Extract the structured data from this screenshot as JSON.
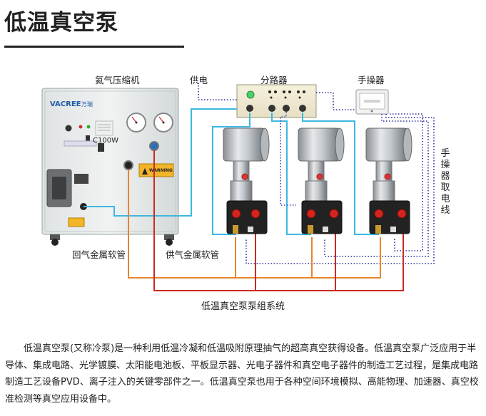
{
  "title": "低温真空泵",
  "labels": {
    "compressor": "氦气压缩机",
    "power": "供电",
    "splitter": "分路器",
    "handset": "手操器",
    "handset_cable": "手操器取电线",
    "return_hose": "回气金属软管",
    "supply_hose": "供气金属软管"
  },
  "compressor": {
    "brand": "VACREE",
    "brand_cn": "万瑞",
    "model": "C100W",
    "warning": "WARNING"
  },
  "caption": "低温真空泵泵组系统",
  "paragraph": "低温真空泵(又称冷泵)是一种利用低温冷凝和低温吸附原理抽气的超高真空获得设备。低温真空泵广泛应用于半导体、集成电路、光学镀膜、太阳能电池板、平板显示器、光电子器件和真空电子器件的制造工艺过程，是集成电路制造工艺设备PVD、离子注入的关键零部件之一。低温真空泵也用于各种空间环境模拟、高能物理、加速器、真空校准检测等真空应用设备中。",
  "colors": {
    "return_line": "#e8842c",
    "supply_line": "#cc2a22",
    "power_line": "#3cb8e0",
    "control_line": "#3a3fb4",
    "handset_power_line": "#2a2f9a",
    "panel": "#e9ecec"
  }
}
